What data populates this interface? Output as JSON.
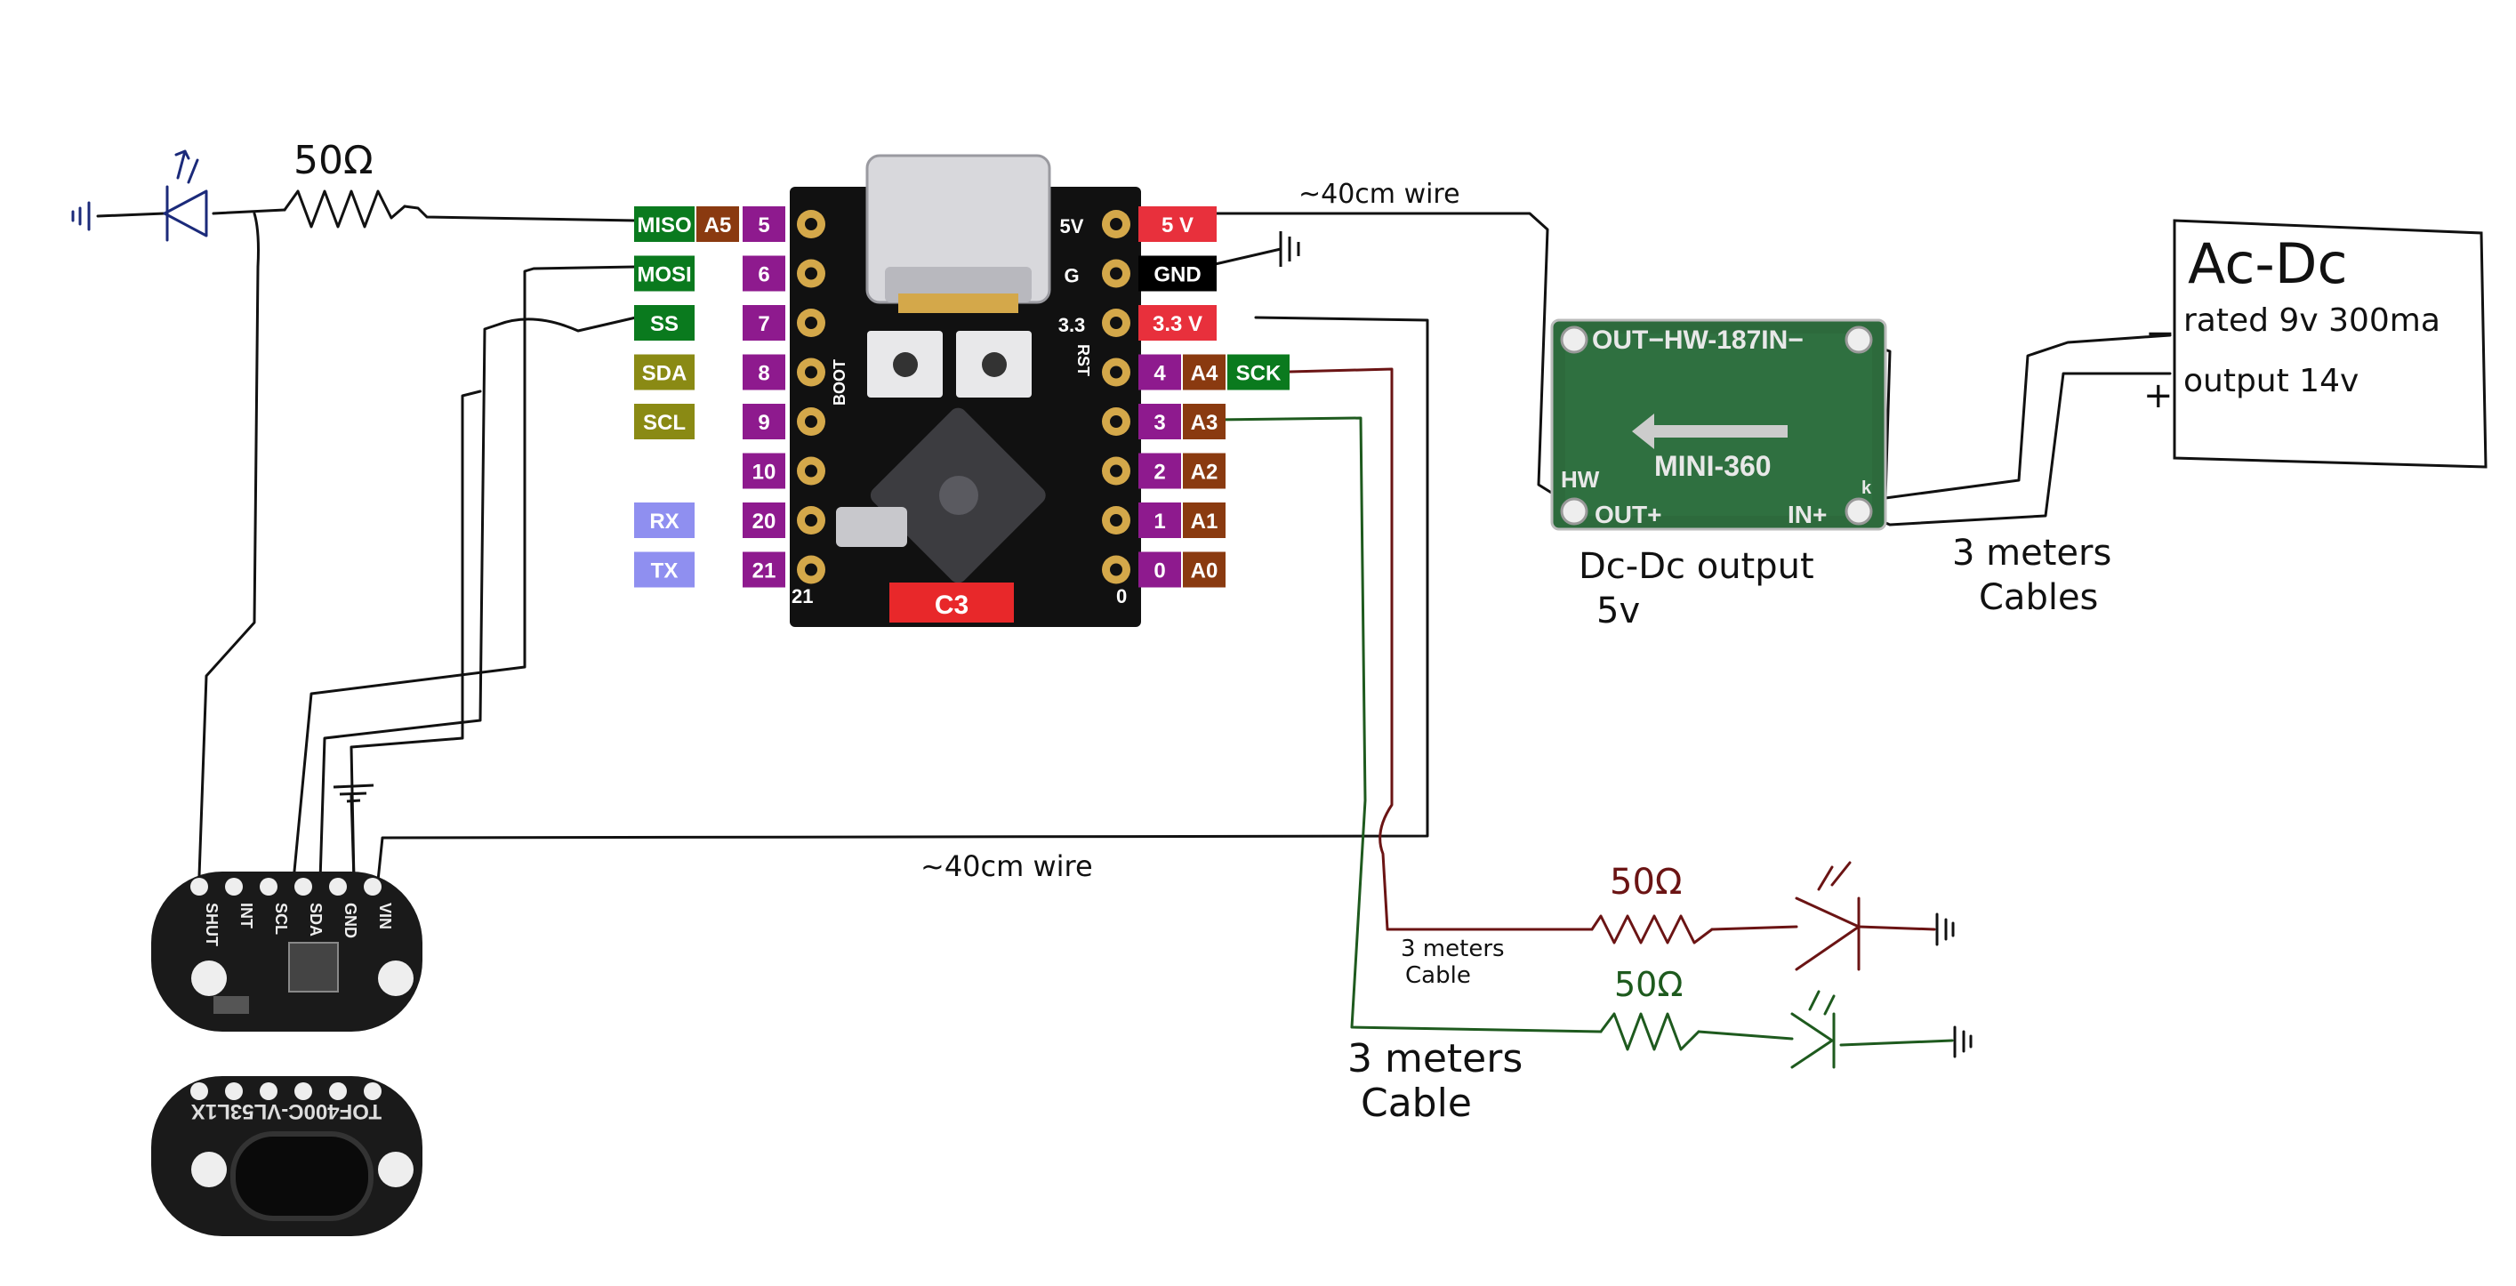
{
  "board": {
    "left_pins": [
      {
        "num": "5",
        "func": "MISO",
        "alt": "A5",
        "func_color": "#0a7a1e"
      },
      {
        "num": "6",
        "func": "MOSI",
        "alt": "",
        "func_color": "#0a7a1e"
      },
      {
        "num": "7",
        "func": "SS",
        "alt": "",
        "func_color": "#0a7a1e"
      },
      {
        "num": "8",
        "func": "SDA",
        "alt": "",
        "func_color": "#8a8a14"
      },
      {
        "num": "9",
        "func": "SCL",
        "alt": "",
        "func_color": "#8a8a14"
      },
      {
        "num": "10",
        "func": "",
        "alt": "",
        "func_color": ""
      },
      {
        "num": "20",
        "func": "RX",
        "alt": "",
        "func_color": "#8f8ff0"
      },
      {
        "num": "21",
        "func": "TX",
        "alt": "",
        "func_color": "#8f8ff0"
      }
    ],
    "right_pins": [
      {
        "silk": "5V",
        "label": "5 V",
        "alt": "",
        "extra": "",
        "label_color": "#e8303c"
      },
      {
        "silk": "G",
        "label": "GND",
        "alt": "",
        "extra": "",
        "label_color": "#000000"
      },
      {
        "silk": "3.3",
        "label": "3.3 V",
        "alt": "",
        "extra": "",
        "label_color": "#e8303c"
      },
      {
        "silk": "RST",
        "label": "4",
        "alt": "A4",
        "extra": "SCK",
        "label_color": "#8e1a8e"
      },
      {
        "silk": "",
        "label": "3",
        "alt": "A3",
        "extra": "",
        "label_color": "#8e1a8e"
      },
      {
        "silk": "",
        "label": "2",
        "alt": "A2",
        "extra": "",
        "label_color": "#8e1a8e"
      },
      {
        "silk": "",
        "label": "1",
        "alt": "A1",
        "extra": "",
        "label_color": "#8e1a8e"
      },
      {
        "silk": "",
        "label": "0",
        "alt": "A0",
        "extra": "",
        "label_color": "#8e1a8e"
      }
    ],
    "silk": {
      "boot": "BOOT",
      "rst": "RST",
      "corner_left": "21",
      "corner_right": "0",
      "chip_tag": "C3"
    },
    "colors": {
      "gpio": "#8e1a8e",
      "analog": "#8a3a10",
      "pcb": "#111111",
      "pad": "#d4a84a"
    }
  },
  "converter": {
    "top_label": "OUT−HW-187IN−",
    "model": "MINI-360",
    "hw": "HW",
    "out_plus": "OUT+",
    "in_plus": "IN+",
    "k": "k",
    "pcb_color": "#2d6a3c"
  },
  "sensor": {
    "pins": [
      "SHUT",
      "INT",
      "SCL",
      "SDA",
      "GND",
      "VIN"
    ],
    "bottom_silk": "TOF400C-VL53L1X"
  },
  "notes": {
    "wire_top": "~40cm wire",
    "wire_bottom": "~40cm wire",
    "dcdc_1": "Dc-Dc output",
    "dcdc_2": "5v",
    "cables_3m_1": "3 meters",
    "cables_3m_2": "Cables",
    "cable_red_1": "3 meters",
    "cable_red_2": "Cable",
    "cable_green_1": "3 meters",
    "cable_green_2": "Cable",
    "resistor_top": "50Ω",
    "resistor_red": "50Ω",
    "resistor_green": "50Ω"
  },
  "acdc": {
    "title": "Ac-Dc",
    "rated": "rated 9v 300ma",
    "output": "output 14v",
    "minus": "−",
    "plus": "+"
  },
  "wire_colors": {
    "black": "#111111",
    "red": "#6b1414",
    "green": "#1e5a1e",
    "blue": "#1b2a7a"
  }
}
